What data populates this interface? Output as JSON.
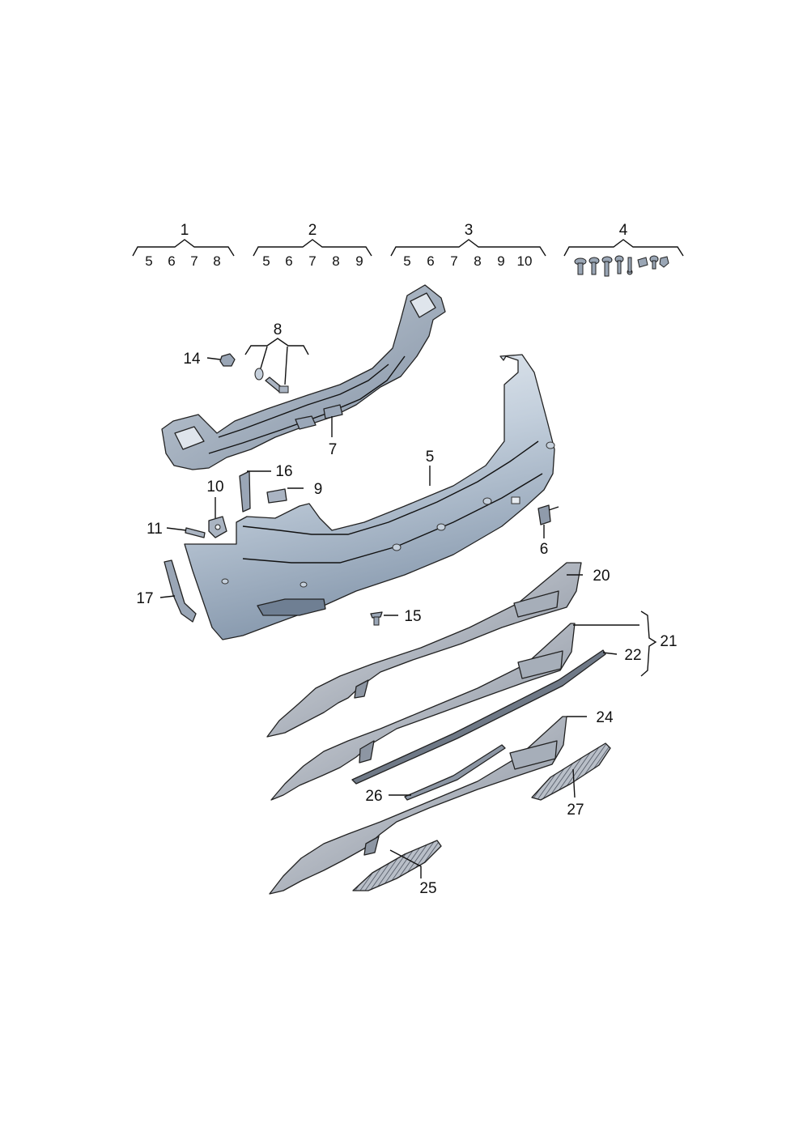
{
  "kits": [
    {
      "number": "1",
      "contents": [
        "5",
        "6",
        "7",
        "8"
      ]
    },
    {
      "number": "2",
      "contents": [
        "5",
        "6",
        "7",
        "8",
        "9"
      ]
    },
    {
      "number": "3",
      "contents": [
        "5",
        "6",
        "7",
        "8",
        "9",
        "10"
      ]
    },
    {
      "number": "4",
      "contents": []
    }
  ],
  "callouts": {
    "c5": "5",
    "c6": "6",
    "c7": "7",
    "c8": "8",
    "c9": "9",
    "c10": "10",
    "c11": "11",
    "c14": "14",
    "c15": "15",
    "c16": "16",
    "c17": "17",
    "c20": "20",
    "c21": "21",
    "c22": "22",
    "c24": "24",
    "c25": "25",
    "c26": "26",
    "c27": "27"
  },
  "colors": {
    "bumper_light": "#dfe6ee",
    "bumper_mid": "#b3c0cf",
    "bumper_dark": "#7e8ea2",
    "bracket": "#8a98aa",
    "diffuser_light": "#c9ced6",
    "diffuser_dark": "#707a88",
    "line": "#111111"
  }
}
